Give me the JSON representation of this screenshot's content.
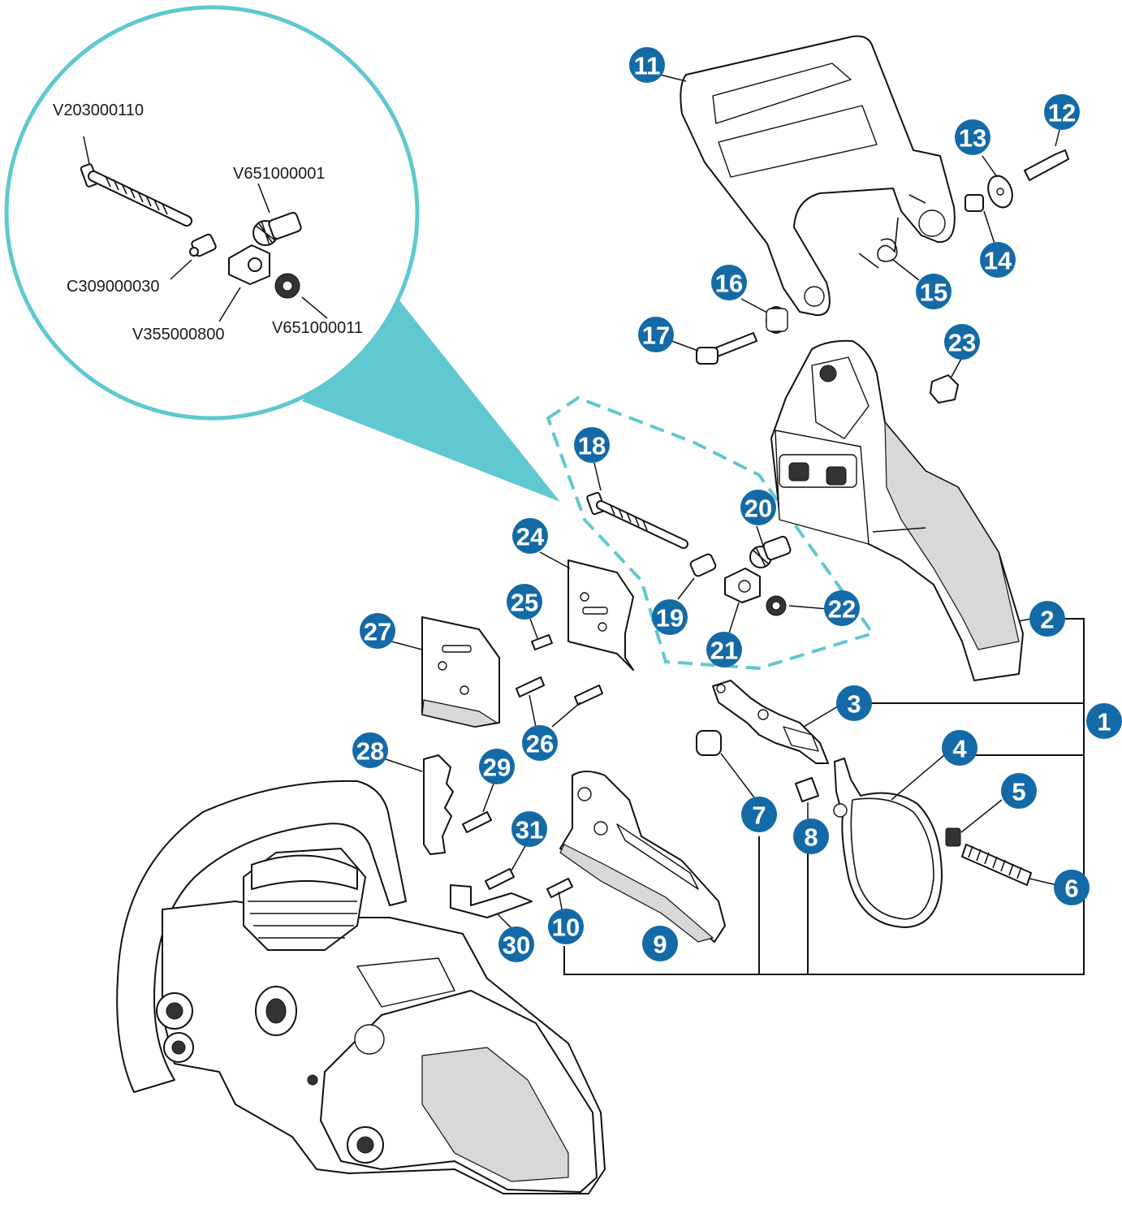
{
  "accent_color": "#5fc8d0",
  "badge_color": "#146aa6",
  "zoom_callout": {
    "part_codes": [
      {
        "id": "pc-1",
        "text": "V203000110"
      },
      {
        "id": "pc-2",
        "text": "V651000001"
      },
      {
        "id": "pc-3",
        "text": "C309000030"
      },
      {
        "id": "pc-4",
        "text": "V355000800"
      },
      {
        "id": "pc-5",
        "text": "V651000011"
      }
    ]
  },
  "callouts": [
    "1",
    "2",
    "3",
    "4",
    "5",
    "6",
    "7",
    "8",
    "9",
    "10",
    "11",
    "12",
    "13",
    "14",
    "15",
    "16",
    "17",
    "18",
    "19",
    "20",
    "21",
    "22",
    "23",
    "24",
    "25",
    "26",
    "27",
    "28",
    "29",
    "30",
    "31"
  ]
}
